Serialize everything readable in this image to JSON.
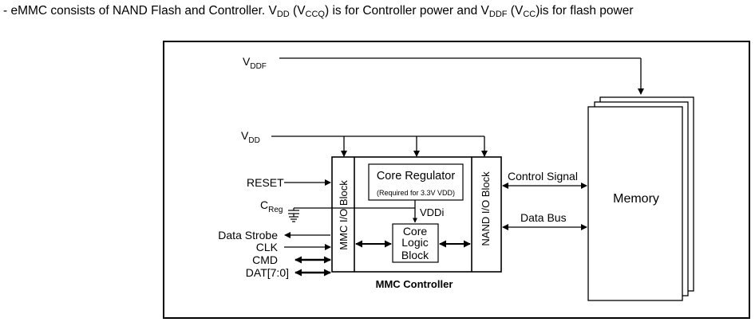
{
  "caption": {
    "prefix": "- eMMC consists of NAND Flash and Controller. V",
    "vdd_sub": "DD",
    "part2": " (V",
    "vccq_sub": "CCQ",
    "part3": ") is for Controller power and V",
    "vddf_sub": "DDF",
    "part4": " (V",
    "vcc_sub": "CC",
    "part5": ")is for flash power"
  },
  "diagram": {
    "vddf": {
      "main": "V",
      "sub": "DDF"
    },
    "vdd": {
      "main": "V",
      "sub": "DD"
    },
    "creg": {
      "main": "C",
      "sub": "Reg"
    },
    "reset": "RESET",
    "data_strobe": "Data Strobe",
    "clk": "CLK",
    "cmd": "CMD",
    "dat": "DAT[7:0]",
    "mmc_io_block": "MMC I/O Block",
    "nand_io_block": "NAND I/O Block",
    "core_regulator": "Core Regulator",
    "core_regulator_note": "(Required for 3.3V  VDD)",
    "vddi": "VDDi",
    "core_logic_line1": "Core",
    "core_logic_line2": "Logic",
    "core_logic_line3": "Block",
    "mmc_controller": "MMC Controller",
    "control_signal": "Control Signal",
    "data_bus": "Data Bus",
    "memory": "Memory"
  }
}
